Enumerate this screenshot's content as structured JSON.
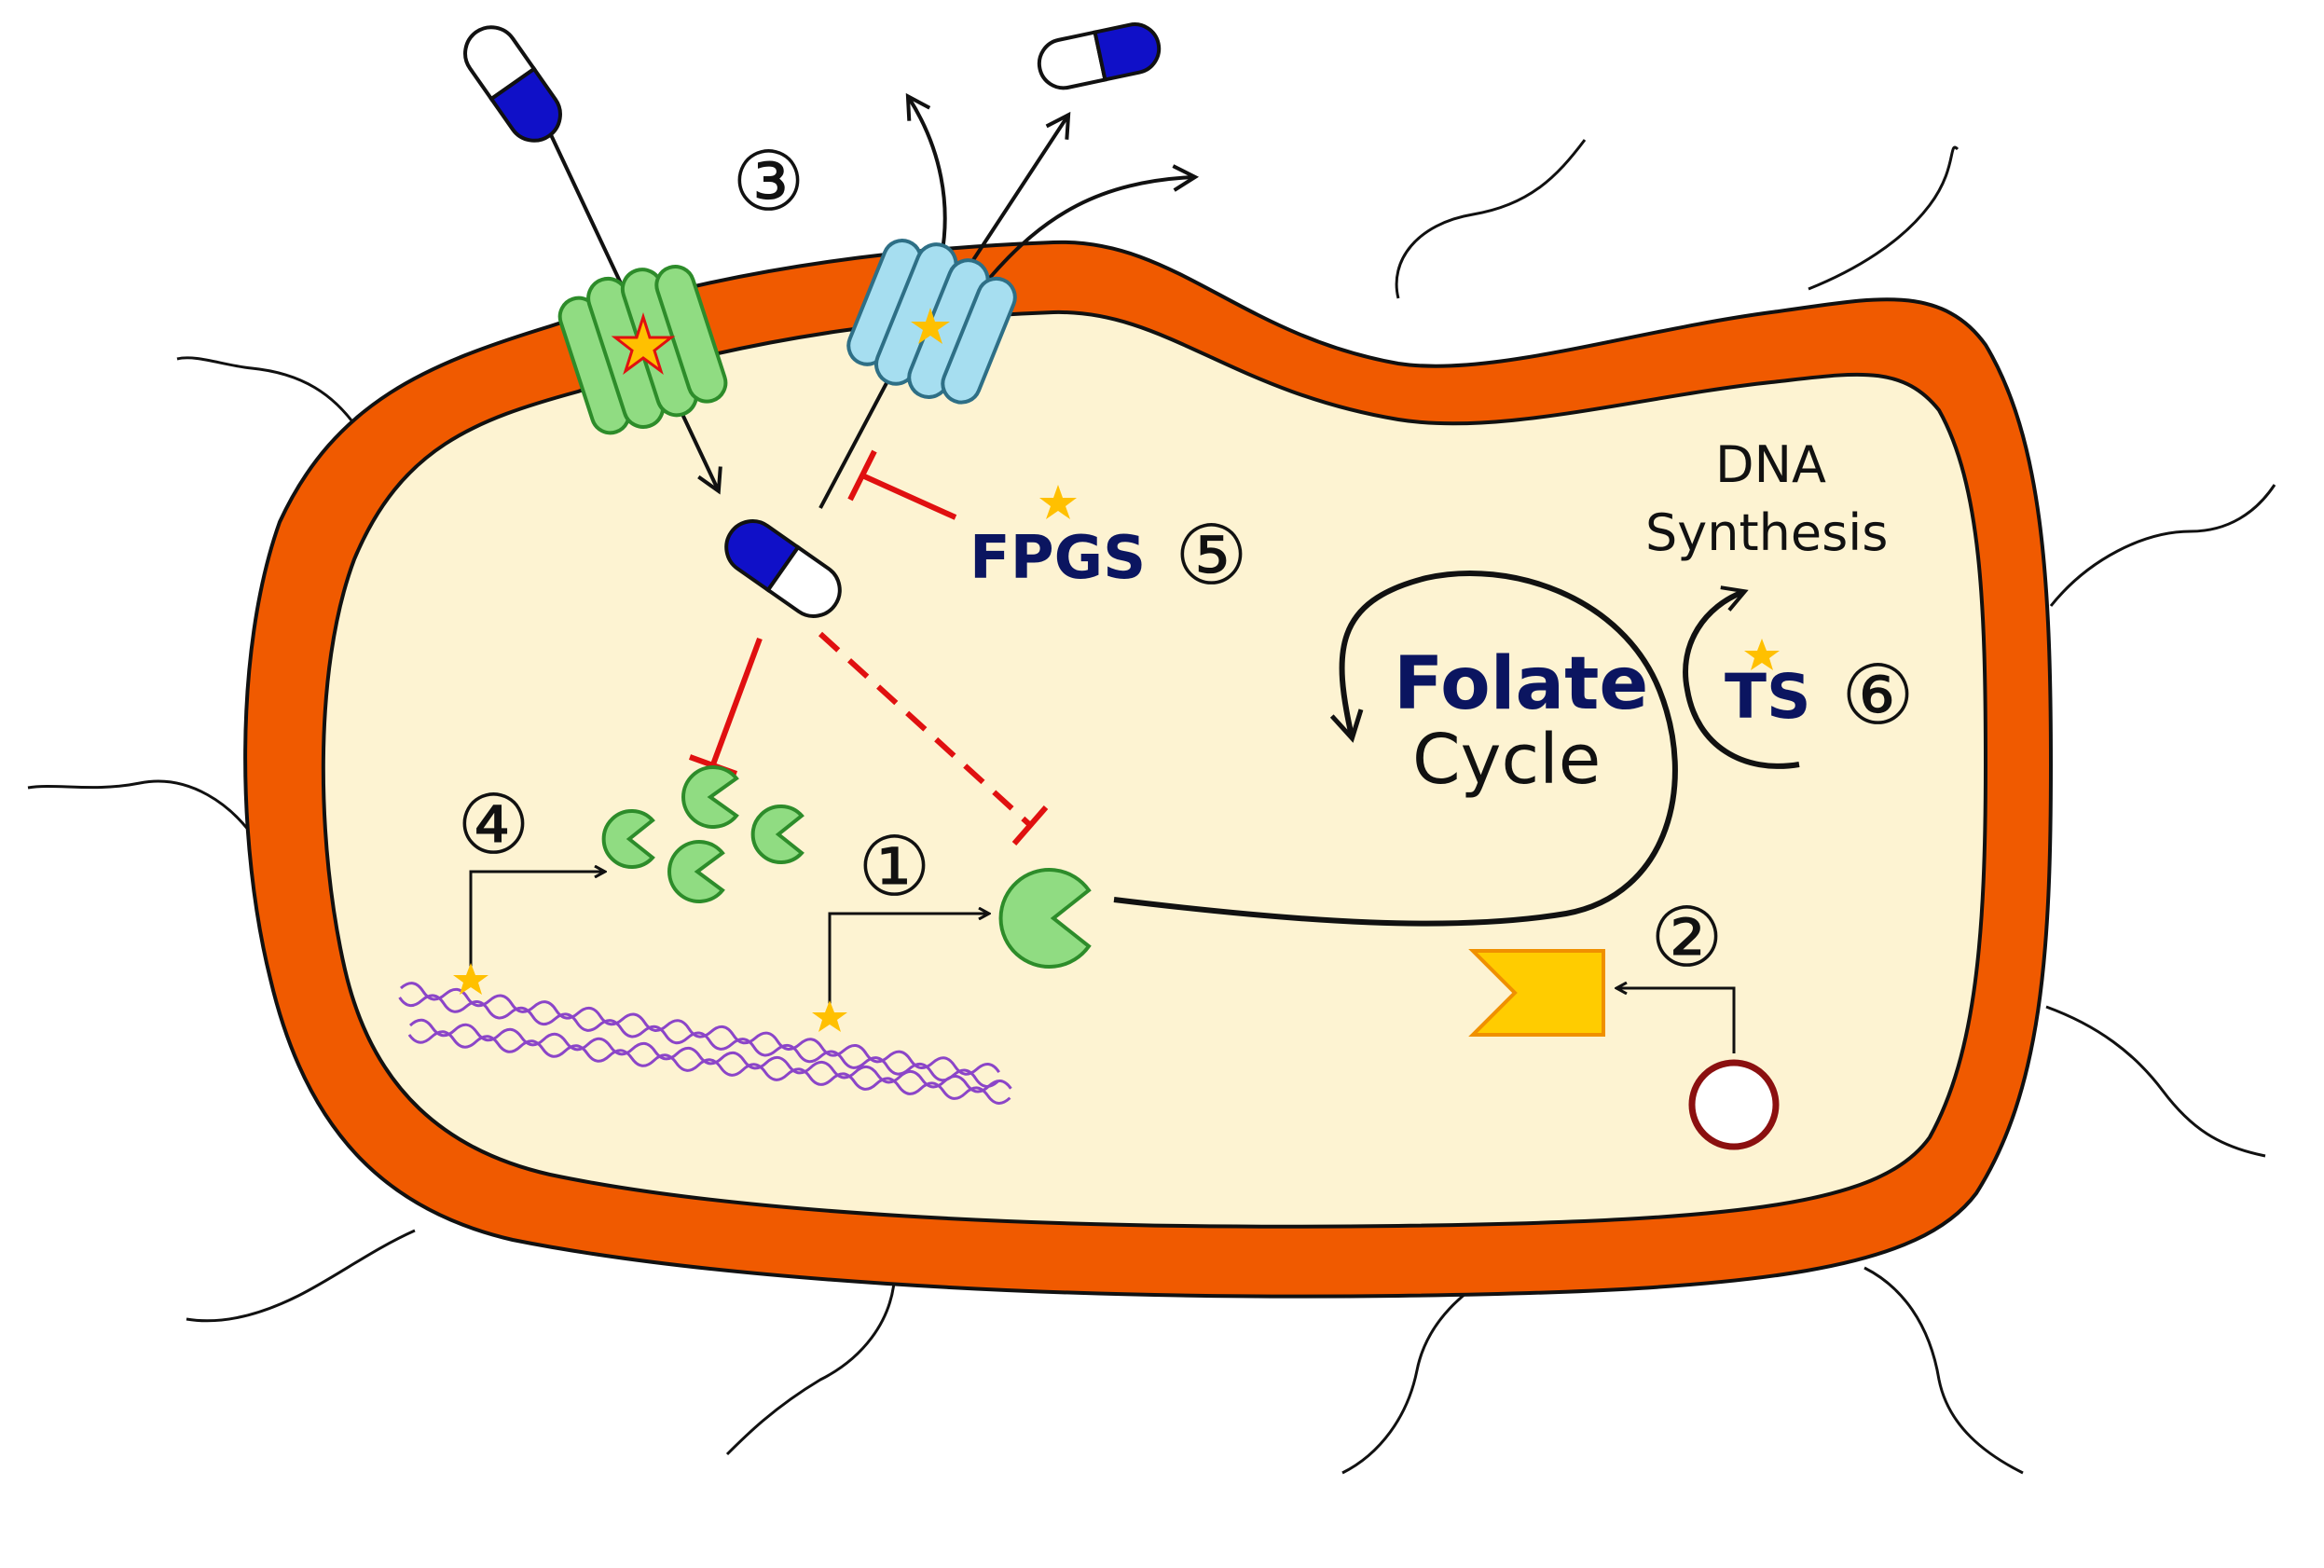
{
  "labels": {
    "fpgs": "FPGS",
    "ts": "TS",
    "folate": "Folate",
    "cycle": "Cycle",
    "dna": "DNA",
    "synthesis": "Synthesis"
  },
  "markers": {
    "m1": "①",
    "m2": "②",
    "m3": "③",
    "m4": "④",
    "m5": "⑤",
    "m6": "⑥"
  },
  "colors": {
    "wall": "#f05a00",
    "cytoplasm": "#fdf3d2",
    "outline": "#111111",
    "enzyme": "#90dc82",
    "enzyme_stroke": "#2d8c2a",
    "efflux": "#a6def0",
    "efflux_stroke": "#2e6f86",
    "inhibit": "#e01010",
    "drug_blue": "#1010c8",
    "dna": "#8b45c8",
    "label_dark": "#0b1560",
    "mutation_star": "#ffc000",
    "reporter": "#ffcc00",
    "reporter_edge": "#f09000",
    "plasmid": "#8b1010"
  },
  "icons": [
    "drug-capsule-icon",
    "uptake-transporter-icon",
    "efflux-pump-icon",
    "target-enzyme-icon",
    "inactivating-enzyme-icon",
    "plasmid-icon",
    "chromosome-dna-icon",
    "mutation-star-icon"
  ]
}
